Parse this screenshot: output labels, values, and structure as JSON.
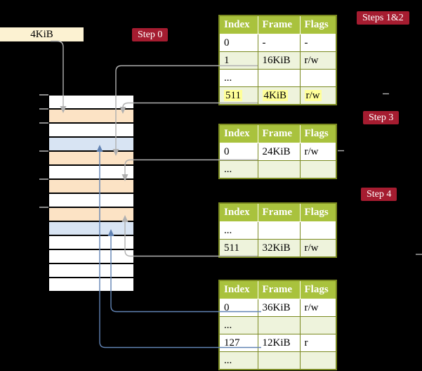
{
  "colors": {
    "background": "#000000",
    "table_header_green": "#a9c23d",
    "table_border_olive": "#7b8a21",
    "row_tint_green": "#eef3dc",
    "frame_orange": "#fce3c5",
    "frame_blue": "#d8e4f3",
    "highlight_yellow": "#ffff99",
    "label_crimson": "#a51c30",
    "connector_gray": "#b0b0b0",
    "connector_blue": "#6183b4"
  },
  "legend": {
    "root_box_label": "4KiB"
  },
  "steps": {
    "step0": "Step 0",
    "steps_1_2": "Steps 1&2",
    "step3": "Step 3",
    "step4": "Step 4"
  },
  "table_columns": [
    "Index",
    "Frame",
    "Flags"
  ],
  "tables": {
    "t1": {
      "rows": [
        {
          "index": "0",
          "frame": "-",
          "flags": "-"
        },
        {
          "index": "1",
          "frame": "16KiB",
          "flags": "r/w"
        },
        {
          "index": "...",
          "frame": "",
          "flags": ""
        },
        {
          "index": "511",
          "frame": "4KiB",
          "flags": "r/w"
        }
      ]
    },
    "t2": {
      "rows": [
        {
          "index": "0",
          "frame": "24KiB",
          "flags": "r/w"
        },
        {
          "index": "...",
          "frame": "",
          "flags": ""
        }
      ]
    },
    "t3": {
      "rows": [
        {
          "index": "...",
          "frame": "",
          "flags": ""
        },
        {
          "index": "511",
          "frame": "32KiB",
          "flags": "r/w"
        }
      ]
    },
    "t4": {
      "rows": [
        {
          "index": "0",
          "frame": "36KiB",
          "flags": "r/w"
        },
        {
          "index": "...",
          "frame": "",
          "flags": ""
        },
        {
          "index": "127",
          "frame": "12KiB",
          "flags": "r"
        },
        {
          "index": "...",
          "frame": "",
          "flags": ""
        }
      ]
    }
  },
  "memory": {
    "row_fills": [
      "white",
      "orange",
      "white",
      "blue",
      "orange",
      "white",
      "orange",
      "white",
      "orange",
      "blue",
      "white",
      "white",
      "white",
      "white"
    ]
  }
}
